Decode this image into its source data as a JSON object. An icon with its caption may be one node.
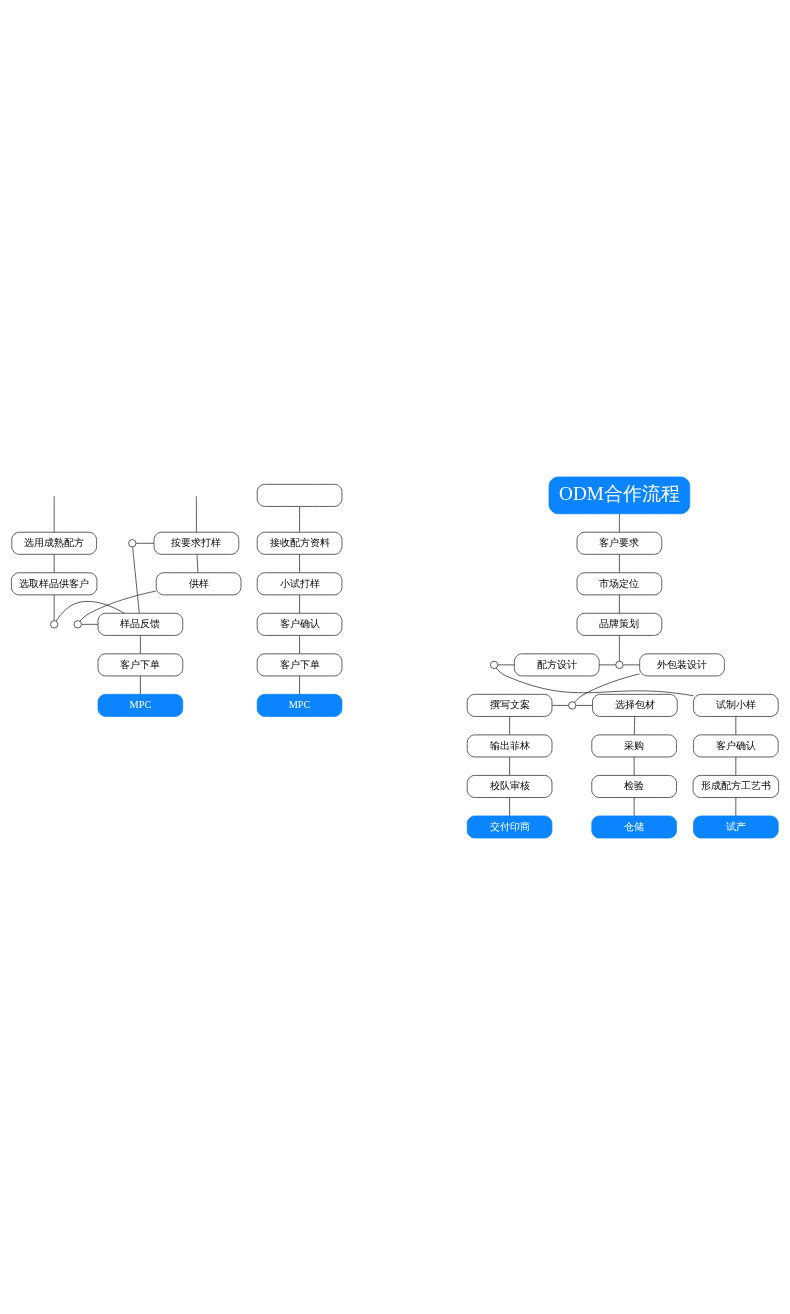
{
  "diagram": {
    "nodes": [
      {
        "text": [
          "选用成熟配方"
        ]
      },
      {
        "text": [],
        "shape": "circle"
      },
      {
        "text": [
          "按要求打样"
        ]
      },
      {
        "text": [
          "选取样品供客户"
        ]
      },
      {
        "text": [
          "供样"
        ]
      },
      {
        "text": [],
        "shape": "circle"
      },
      {
        "text": [
          "样品反馈"
        ]
      },
      {
        "text": [],
        "shape": "circle"
      },
      {
        "text": [
          "客户下单"
        ]
      },
      {
        "text": [
          "MPC"
        ]
      },
      {
        "text": [],
        "shape": "box"
      },
      {
        "text": [
          "接收配方资料"
        ]
      },
      {
        "text": [
          "小试打样"
        ]
      },
      {
        "text": [
          "客户确认"
        ]
      },
      {
        "text": [
          "客户下单"
        ]
      },
      {
        "text": [
          "MPC"
        ]
      },
      {
        "text": [
          "ODM合作流程"
        ]
      },
      {
        "text": [
          "客户要求"
        ]
      },
      {
        "text": [
          "市场定位"
        ]
      },
      {
        "text": [
          "品牌策划"
        ]
      },
      {
        "text": [],
        "shape": "circle"
      },
      {
        "text": [
          "配方设计"
        ]
      },
      {
        "text": [],
        "shape": "circle"
      },
      {
        "text": [
          "外包装设计"
        ]
      },
      {
        "text": [
          "试制小样"
        ]
      },
      {
        "text": [
          "撰写文案"
        ]
      },
      {
        "text": [],
        "shape": "circle"
      },
      {
        "text": [
          "选择包材"
        ]
      },
      {
        "text": [
          "客户确认"
        ]
      },
      {
        "text": [
          "输出菲林"
        ]
      },
      {
        "text": [
          "采购"
        ]
      },
      {
        "text": [
          "形成配方工艺书"
        ]
      },
      {
        "text": [
          "校队审核"
        ]
      },
      {
        "text": [
          "检验"
        ]
      },
      {
        "text": [
          "试产"
        ]
      },
      {
        "text": [
          "交付印商"
        ]
      },
      {
        "text": [
          "仓储"
        ]
      }
    ],
    "edges": [
      {
        "from": null,
        "to": 0,
        "arrow": "none"
      },
      {
        "from": 0,
        "to": 3,
        "arrow": "none"
      },
      {
        "from": 3,
        "to": 5,
        "arrow": "none"
      },
      {
        "from": 5,
        "to": 6,
        "arrow": "none"
      },
      {
        "from": null,
        "to": 2,
        "arrow": "none"
      },
      {
        "from": 1,
        "to": 2,
        "arrow": "none"
      },
      {
        "from": 1,
        "to": 6,
        "arrow": "none"
      },
      {
        "from": 2,
        "to": 4,
        "arrow": "none"
      },
      {
        "from": 4,
        "to": 7,
        "arrow": "none"
      },
      {
        "from": 7,
        "to": 6,
        "arrow": "none"
      },
      {
        "from": 6,
        "to": 8,
        "arrow": "none"
      },
      {
        "from": 8,
        "to": 9,
        "arrow": "none"
      },
      {
        "from": 10,
        "to": 11,
        "arrow": "none"
      },
      {
        "from": 11,
        "to": 12,
        "arrow": "none"
      },
      {
        "from": 12,
        "to": 13,
        "arrow": "none"
      },
      {
        "from": 13,
        "to": 14,
        "arrow": "none"
      },
      {
        "from": 14,
        "to": 15,
        "arrow": "none"
      },
      {
        "from": 16,
        "to": 17,
        "arrow": "none"
      },
      {
        "from": 17,
        "to": 18,
        "arrow": "none"
      },
      {
        "from": 18,
        "to": 19,
        "arrow": "none"
      },
      {
        "from": 19,
        "to": 22,
        "arrow": "none"
      },
      {
        "from": 21,
        "to": 22,
        "arrow": "none"
      },
      {
        "from": 22,
        "to": 23,
        "arrow": "none"
      },
      {
        "from": 20,
        "to": 21,
        "arrow": "none"
      },
      {
        "from": 20,
        "to": 24,
        "arrow": "none"
      },
      {
        "from": 23,
        "to": 26,
        "arrow": "none"
      },
      {
        "from": 25,
        "to": 26,
        "arrow": "none"
      },
      {
        "from": 26,
        "to": 27,
        "arrow": "none"
      },
      {
        "from": 24,
        "to": 28,
        "arrow": "none"
      },
      {
        "from": 28,
        "to": 31,
        "arrow": "none"
      },
      {
        "from": 31,
        "to": 34,
        "arrow": "none"
      },
      {
        "from": 25,
        "to": 29,
        "arrow": "none"
      },
      {
        "from": 29,
        "to": 32,
        "arrow": "none"
      },
      {
        "from": 32,
        "to": 35,
        "arrow": "none"
      },
      {
        "from": 27,
        "to": 30,
        "arrow": "none"
      },
      {
        "from": 30,
        "to": 33,
        "arrow": "none"
      },
      {
        "from": 33,
        "to": 36,
        "arrow": "none"
      }
    ]
  }
}
